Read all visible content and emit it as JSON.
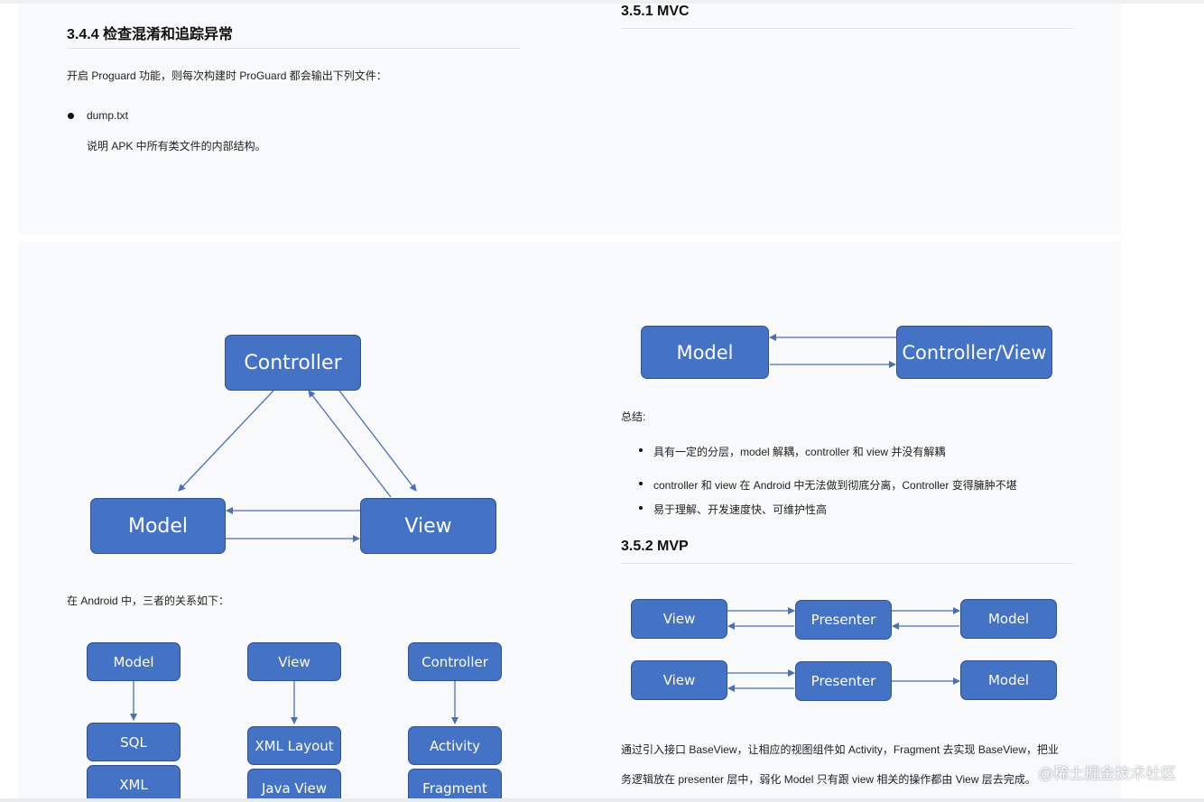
{
  "section_344": {
    "heading": "3.4.4  检查混淆和追踪异常",
    "intro": "开启 Proguard 功能，则每次构建时 ProGuard 都会输出下列文件：",
    "bullet": "dump.txt",
    "bullet_desc": "说明 APK 中所有类文件的内部结构。"
  },
  "section_351": {
    "heading": "3.5.1 MVC",
    "summary_label": "总结:",
    "bullets": [
      "具有一定的分层，model 解耦，controller 和 view 并没有解耦",
      "controller 和 view 在 Android 中无法做到彻底分离，Controller 变得臃肿不堪",
      "易于理解、开发速度快、可维护性高"
    ]
  },
  "mvc_diagram": {
    "controller": "Controller",
    "model": "Model",
    "view": "View"
  },
  "android_note": "在 Android 中，三者的关系如下：",
  "android_diagram": {
    "model": "Model",
    "model_children": [
      "SQL",
      "XML"
    ],
    "view": "View",
    "view_children": [
      "XML Layout",
      "Java View"
    ],
    "controller": "Controller",
    "controller_children": [
      "Activity",
      "Fragment"
    ]
  },
  "mvc_simple_diagram": {
    "model": "Model",
    "controller_view": "Controller/View"
  },
  "section_352": {
    "heading": "3.5.2 MVP",
    "text_line1": "通过引入接口 BaseView，让相应的视图组件如 Activity，Fragment 去实现 BaseView，把业",
    "text_line2": "务逻辑放在 presenter 层中，弱化 Model 只有跟 view 相关的操作都由 View 层去完成。"
  },
  "mvp_diagram": {
    "row1": [
      "View",
      "Presenter",
      "Model"
    ],
    "row2": [
      "View",
      "Presenter",
      "Model"
    ]
  },
  "watermark": "@稀土掘金技术社区",
  "colors": {
    "box_fill": "#4472c4",
    "box_border": "#2f528f",
    "arrow": "#4a6fb5",
    "panel": "#f8f9fa"
  }
}
